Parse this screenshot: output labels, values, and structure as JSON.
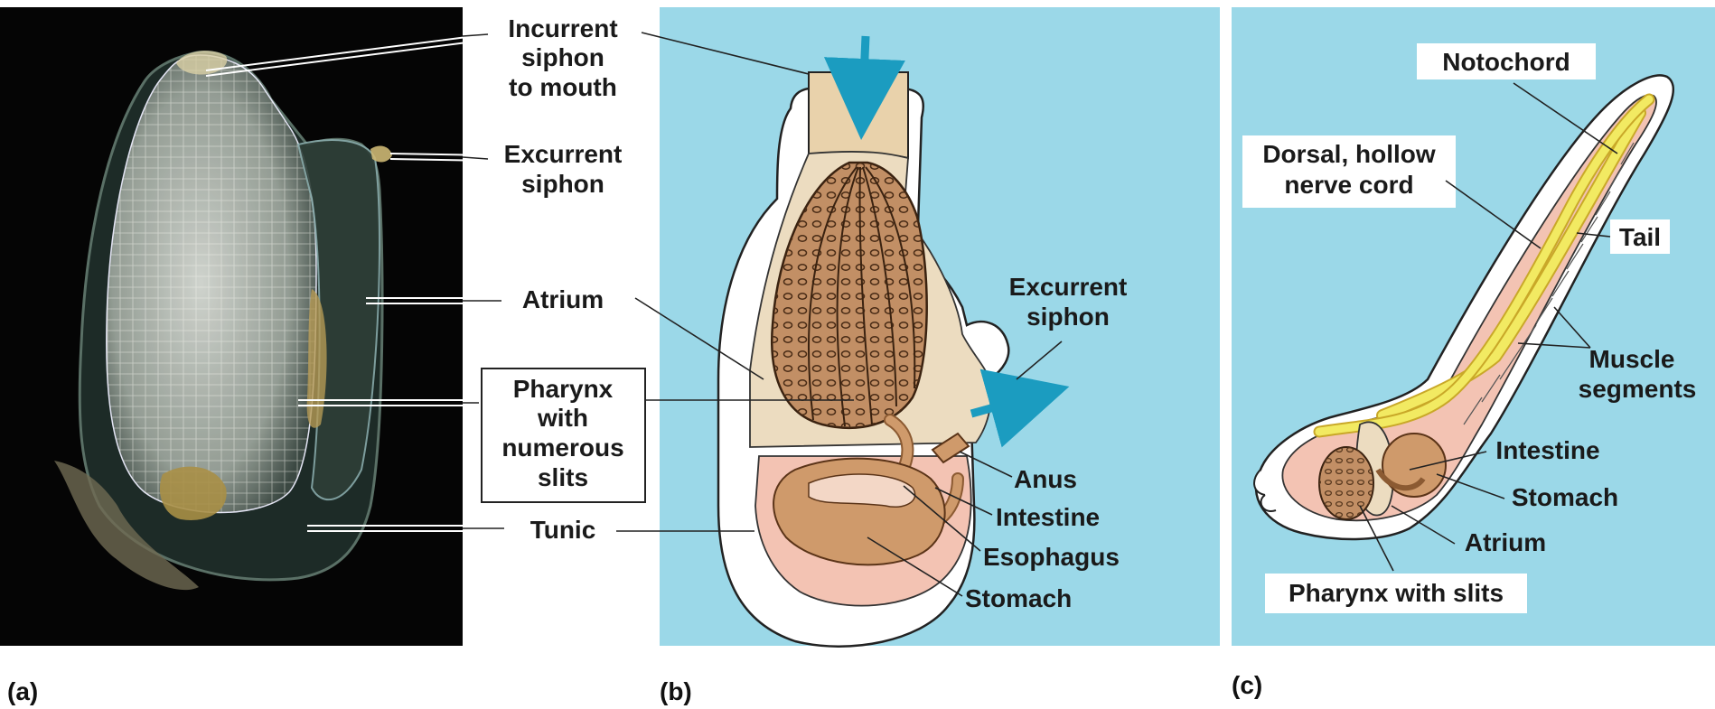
{
  "colors": {
    "panel_bg": "#9bd8e8",
    "photo_bg": "#050505",
    "tunic_fill": "#ffffff",
    "pharynx_brown": "#b9865c",
    "gut_fill": "#cf9a6b",
    "atrium_fill": "#ecdcc0",
    "pink": "#f3c3b3",
    "notochord_yellow": "#f2ea62",
    "arrow_teal": "#1b9cc0"
  },
  "panel_a": {
    "label": "(a)",
    "labels": {
      "incurrent": [
        "Incurrent",
        "siphon",
        "to mouth"
      ],
      "excurrent": [
        "Excurrent",
        "siphon"
      ],
      "atrium": "Atrium",
      "pharynx": [
        "Pharynx",
        "with",
        "numerous",
        "slits"
      ],
      "tunic": "Tunic"
    }
  },
  "panel_b": {
    "label": "(b)",
    "labels": {
      "excurrent": [
        "Excurrent",
        "siphon"
      ],
      "anus": "Anus",
      "intestine": "Intestine",
      "esophagus": "Esophagus",
      "stomach": "Stomach"
    }
  },
  "panel_c": {
    "label": "(c)",
    "labels": {
      "notochord": "Notochord",
      "nerve_cord": [
        "Dorsal, hollow",
        "nerve cord"
      ],
      "tail": "Tail",
      "muscle": [
        "Muscle",
        "segments"
      ],
      "intestine": "Intestine",
      "stomach": "Stomach",
      "atrium": "Atrium",
      "pharynx": "Pharynx with slits"
    }
  }
}
